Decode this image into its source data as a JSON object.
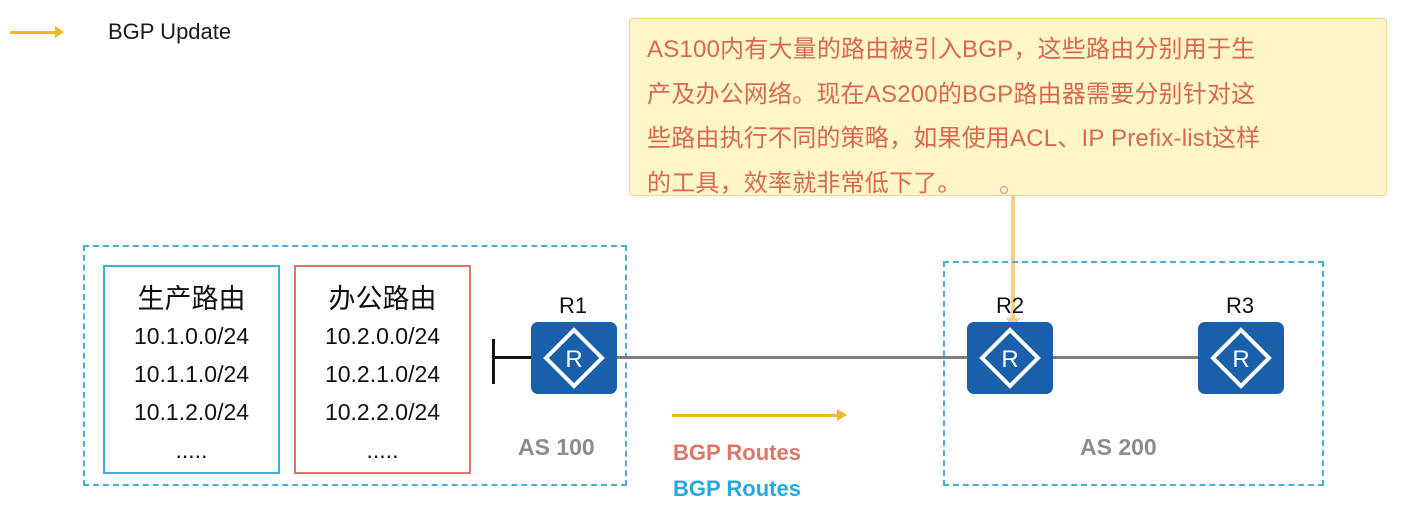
{
  "legend": {
    "arrow_icon": "yellow-arrow-right-icon",
    "label": "BGP Update",
    "color": "#f2b91e"
  },
  "callout": {
    "lines": [
      "AS100内有大量的路由被引入BGP，这些路由分别用于生",
      "产及办公网络。现在AS200的BGP路由器需要分别针对这",
      "些路由执行不同的策略，如果使用ACL、IP Prefix-list这样",
      "的工具，效率就非常低下了。"
    ],
    "text_color": "#d9684e",
    "background": "#fdf6c8"
  },
  "as_domains": [
    {
      "label": "AS 100"
    },
    {
      "label": "AS 200"
    }
  ],
  "route_groups": [
    {
      "title": "生产路由",
      "items": [
        "10.1.0.0/24",
        "10.1.1.0/24",
        "10.1.2.0/24",
        "....."
      ],
      "border_color": "#3fb0dc"
    },
    {
      "title": "办公路由",
      "items": [
        "10.2.0.0/24",
        "10.2.1.0/24",
        "10.2.2.0/24",
        "....."
      ],
      "border_color": "#d9786a"
    }
  ],
  "routers": [
    {
      "label": "R1",
      "icon": "router-icon"
    },
    {
      "label": "R2",
      "icon": "router-icon"
    },
    {
      "label": "R3",
      "icon": "router-icon"
    }
  ],
  "flow": {
    "arrow_icon": "yellow-arrow-right-icon",
    "labels": [
      {
        "text": "BGP Routes",
        "color": "#dc7668"
      },
      {
        "text": "BGP Routes",
        "color": "#26a9e0"
      }
    ]
  },
  "colors": {
    "router": "#1a5fa9",
    "as_border": "#4aaed4",
    "link": "#7d7d7d"
  }
}
